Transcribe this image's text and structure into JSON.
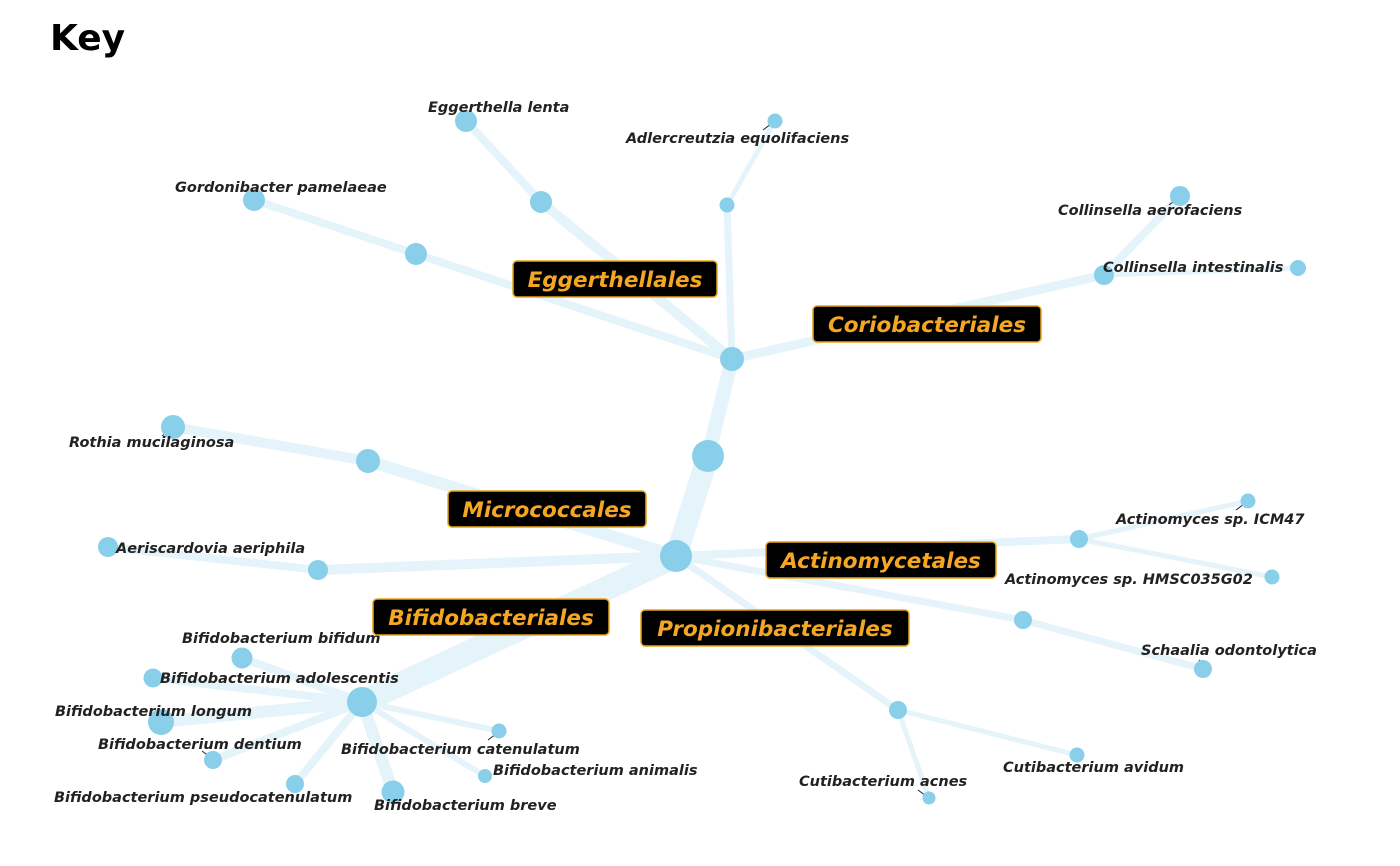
{
  "title": "Key",
  "colors": {
    "node": "#89cfea",
    "edge": "#e5f3fa",
    "order_box": "#000000",
    "order_text": "#f5a623",
    "order_border": "#e8a317"
  },
  "orders": [
    {
      "id": "eggerthellales",
      "label": "Eggerthellales"
    },
    {
      "id": "coriobacteriales",
      "label": "Coriobacteriales"
    },
    {
      "id": "micrococcales",
      "label": "Micrococcales"
    },
    {
      "id": "actinomycetales",
      "label": "Actinomycetales"
    },
    {
      "id": "bifidobacteriales",
      "label": "Bifidobacteriales"
    },
    {
      "id": "propionibacteriales",
      "label": "Propionibacteriales"
    }
  ],
  "species": [
    {
      "id": "eggerthella-lenta",
      "label": "Eggerthella lenta",
      "order": "Eggerthellales"
    },
    {
      "id": "adlercreutzia-equolifaciens",
      "label": "Adlercreutzia equolifaciens",
      "order": "Eggerthellales"
    },
    {
      "id": "gordonibacter-pamelaeae",
      "label": "Gordonibacter pamelaeae",
      "order": "Eggerthellales"
    },
    {
      "id": "collinsella-aerofaciens",
      "label": "Collinsella aerofaciens",
      "order": "Coriobacteriales"
    },
    {
      "id": "collinsella-intestinalis",
      "label": "Collinsella intestinalis",
      "order": "Coriobacteriales"
    },
    {
      "id": "rothia-mucilaginosa",
      "label": "Rothia mucilaginosa",
      "order": "Micrococcales"
    },
    {
      "id": "aeriscardovia-aeriphila",
      "label": "Aeriscardovia aeriphila",
      "order": "Bifidobacteriales"
    },
    {
      "id": "actinomyces-icm47",
      "label": "Actinomyces sp. ICM47",
      "order": "Actinomycetales"
    },
    {
      "id": "actinomyces-hmsc035g02",
      "label": "Actinomyces sp. HMSC035G02",
      "order": "Actinomycetales"
    },
    {
      "id": "schaalia-odontolytica",
      "label": "Schaalia odontolytica",
      "order": "Actinomycetales"
    },
    {
      "id": "bifidobacterium-bifidum",
      "label": "Bifidobacterium bifidum",
      "order": "Bifidobacteriales"
    },
    {
      "id": "bifidobacterium-adolescentis",
      "label": "Bifidobacterium adolescentis",
      "order": "Bifidobacteriales"
    },
    {
      "id": "bifidobacterium-longum",
      "label": "Bifidobacterium longum",
      "order": "Bifidobacteriales"
    },
    {
      "id": "bifidobacterium-dentium",
      "label": "Bifidobacterium dentium",
      "order": "Bifidobacteriales"
    },
    {
      "id": "bifidobacterium-catenulatum",
      "label": "Bifidobacterium catenulatum",
      "order": "Bifidobacteriales"
    },
    {
      "id": "bifidobacterium-animalis",
      "label": "Bifidobacterium animalis",
      "order": "Bifidobacteriales"
    },
    {
      "id": "bifidobacterium-pseudocatenulatum",
      "label": "Bifidobacterium pseudocatenulatum",
      "order": "Bifidobacteriales"
    },
    {
      "id": "bifidobacterium-breve",
      "label": "Bifidobacterium breve",
      "order": "Bifidobacteriales"
    },
    {
      "id": "cutibacterium-acnes",
      "label": "Cutibacterium acnes",
      "order": "Propionibacteriales"
    },
    {
      "id": "cutibacterium-avidum",
      "label": "Cutibacterium avidum",
      "order": "Propionibacteriales"
    }
  ]
}
